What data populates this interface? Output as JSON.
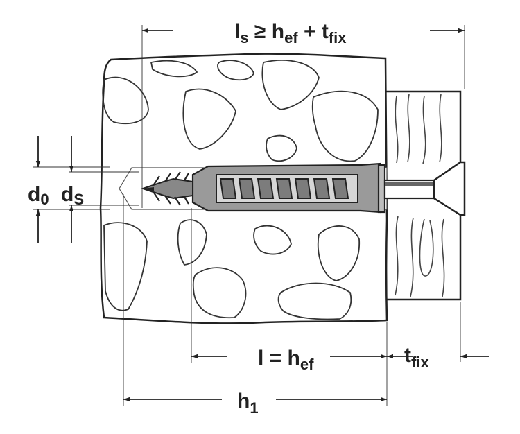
{
  "labels": {
    "ls_main": "l",
    "ls_sub": "s",
    "ls_rel": " ≥ h",
    "ls_ef_sub": "ef",
    "ls_plus": " + t",
    "ls_fix_sub": "fix",
    "d0_main": "d",
    "d0_sub": "0",
    "ds_main": "d",
    "ds_sub": "S",
    "l_eq": "l = h",
    "l_ef_sub": "ef",
    "tfix_main": "t",
    "tfix_sub": "fix",
    "h1_main": "h",
    "h1_sub": "1"
  },
  "colors": {
    "stroke": "#222222",
    "fill": "#ffffff"
  }
}
